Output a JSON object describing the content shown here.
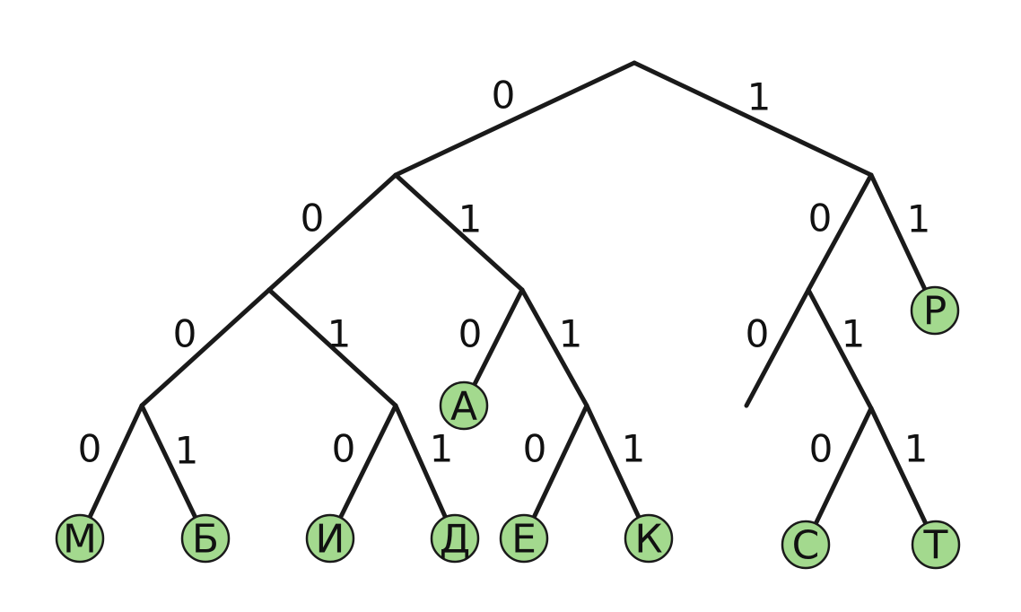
{
  "colors": {
    "leaf_fill": "#a3d98e",
    "line": "#1a1a1a",
    "background": "#ffffff"
  },
  "edges": [
    {
      "from": "root",
      "to": "n0",
      "label": "0"
    },
    {
      "from": "root",
      "to": "n1",
      "label": "1"
    },
    {
      "from": "n0",
      "to": "n00",
      "label": "0"
    },
    {
      "from": "n0",
      "to": "n01",
      "label": "1"
    },
    {
      "from": "n1",
      "to": "n10",
      "label": "0"
    },
    {
      "from": "n1",
      "to": "leaf-r",
      "label": "1"
    },
    {
      "from": "n00",
      "to": "n000",
      "label": "0"
    },
    {
      "from": "n00",
      "to": "n001",
      "label": "1"
    },
    {
      "from": "n01",
      "to": "leaf-a",
      "label": "0"
    },
    {
      "from": "n01",
      "to": "n011",
      "label": "1"
    },
    {
      "from": "n10",
      "to": "stub",
      "label": "0"
    },
    {
      "from": "n10",
      "to": "n101",
      "label": "1"
    },
    {
      "from": "n000",
      "to": "leaf-m",
      "label": "0"
    },
    {
      "from": "n000",
      "to": "leaf-b",
      "label": "1"
    },
    {
      "from": "n001",
      "to": "leaf-i",
      "label": "0"
    },
    {
      "from": "n001",
      "to": "leaf-d",
      "label": "1"
    },
    {
      "from": "n011",
      "to": "leaf-e",
      "label": "0"
    },
    {
      "from": "n011",
      "to": "leaf-k",
      "label": "1"
    },
    {
      "from": "n101",
      "to": "leaf-s",
      "label": "0"
    },
    {
      "from": "n101",
      "to": "leaf-t",
      "label": "1"
    }
  ],
  "leaves": [
    {
      "id": "leaf-r",
      "letter": "Р"
    },
    {
      "id": "leaf-a",
      "letter": "А"
    },
    {
      "id": "leaf-m",
      "letter": "М"
    },
    {
      "id": "leaf-b",
      "letter": "Б"
    },
    {
      "id": "leaf-i",
      "letter": "И"
    },
    {
      "id": "leaf-d",
      "letter": "Д"
    },
    {
      "id": "leaf-e",
      "letter": "Е"
    },
    {
      "id": "leaf-k",
      "letter": "К"
    },
    {
      "id": "leaf-s",
      "letter": "С"
    },
    {
      "id": "leaf-t",
      "letter": "Т"
    }
  ]
}
